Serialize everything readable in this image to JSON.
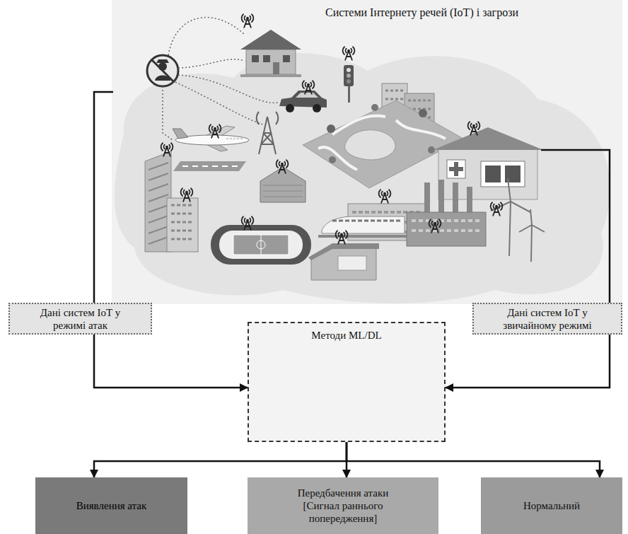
{
  "diagram": {
    "nodes": [
      {
        "text": [
          "Системи Інтернету речей (IoT) і загрози"
        ]
      },
      {
        "text": [
          "Дані систем IoT у режимі атак"
        ]
      },
      {
        "text": [
          "Методи ML/DL"
        ]
      },
      {
        "text": [
          "Дані систем IoT у звичайному режимі"
        ]
      },
      {
        "text": [
          "Виявлення атак"
        ]
      },
      {
        "text": [
          "Передбачення атаки [Сигнал раннього попередження]"
        ]
      },
      {
        "text": [
          "Нормальний"
        ]
      }
    ],
    "edges": [
      {
        "from": 0,
        "to": 1,
        "arrow": "none"
      },
      {
        "from": 1,
        "to": 2,
        "arrow": "to"
      },
      {
        "from": 0,
        "to": 3,
        "arrow": "none"
      },
      {
        "from": 3,
        "to": 2,
        "arrow": "to"
      },
      {
        "from": 2,
        "to": 4,
        "arrow": "to"
      },
      {
        "from": 2,
        "to": 5,
        "arrow": "to"
      },
      {
        "from": 2,
        "to": 6,
        "arrow": "to"
      }
    ]
  }
}
